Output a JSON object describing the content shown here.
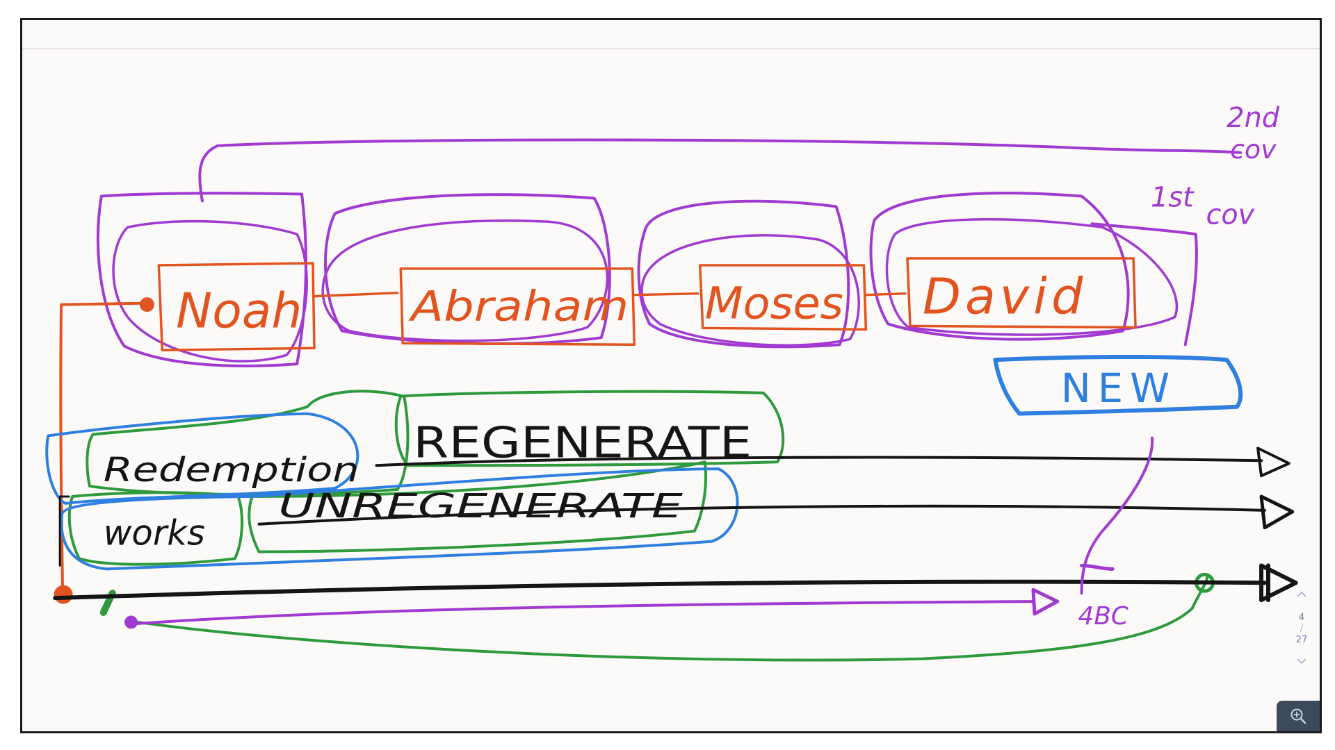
{
  "colors": {
    "purple": "#a03ad0",
    "orange": "#e2541f",
    "green": "#2f9a3d",
    "blue": "#2f7fe0",
    "black": "#151515",
    "paper": "#fcfaf9"
  },
  "names": {
    "noah": "Noah",
    "abraham": "Abraham",
    "moses": "Moses",
    "david": "David"
  },
  "covenants": {
    "second": "2nd",
    "second_sub": "cov",
    "first": "1st",
    "first_sub": "cov",
    "new": "NEW"
  },
  "bands": {
    "regenerate": "REGENERATE",
    "redemption": "Redemption",
    "unregenerate": "UNREGENERATE",
    "works": "works"
  },
  "timeline": {
    "date_label": "4BC"
  },
  "navigation": {
    "current_page": "4",
    "separator": "/",
    "total_pages": "27",
    "up_icon": "chevron-up-icon",
    "down_icon": "chevron-down-icon",
    "zoom_icon": "zoom-in-icon"
  }
}
